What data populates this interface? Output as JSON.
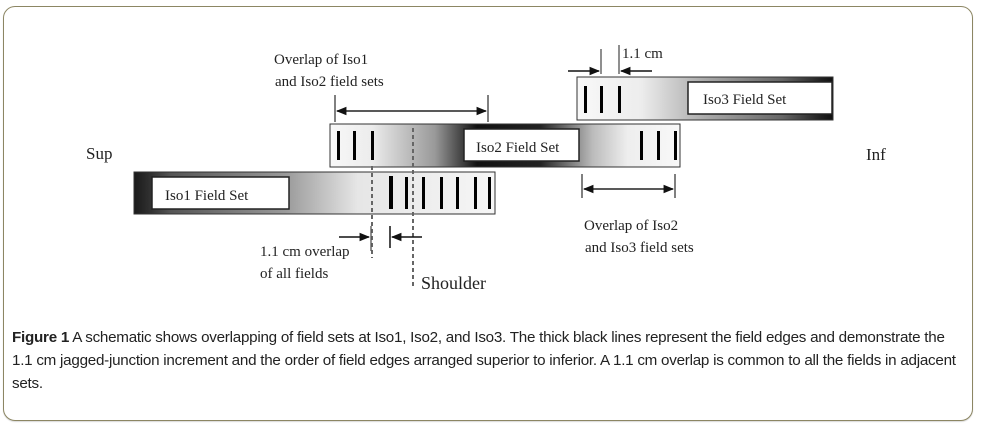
{
  "diagram": {
    "direction_labels": {
      "superior": "Sup",
      "inferior": "Inf"
    },
    "field_sets": [
      {
        "id": "iso1",
        "label": "Iso1 Field Set",
        "edge_count": 7
      },
      {
        "id": "iso2",
        "label": "Iso2 Field Set",
        "edge_count_left": 3,
        "edge_count_right": 3
      },
      {
        "id": "iso3",
        "label": "Iso3 Field Set",
        "edge_count": 3
      }
    ],
    "annotations": {
      "overlap_iso1_iso2_line1": "Overlap of Iso1",
      "overlap_iso1_iso2_line2": "and Iso2 field sets",
      "overlap_iso2_iso3_line1": "Overlap of Iso2",
      "overlap_iso2_iso3_line2": "and Iso3 field sets",
      "increment": "1.1 cm",
      "overlap_all_line1": "1.1 cm overlap",
      "overlap_all_line2": "of all fields",
      "shoulder": "Shoulder"
    }
  },
  "caption": {
    "label": "Figure 1",
    "text": " A schematic shows overlapping of field sets at Iso1, Iso2, and Iso3. The thick black lines represent the field edges and demonstrate the 1.1 cm jagged-junction increment and the order of field edges arranged superior to inferior. A 1.1 cm overlap is common to all the fields in adjacent sets."
  }
}
